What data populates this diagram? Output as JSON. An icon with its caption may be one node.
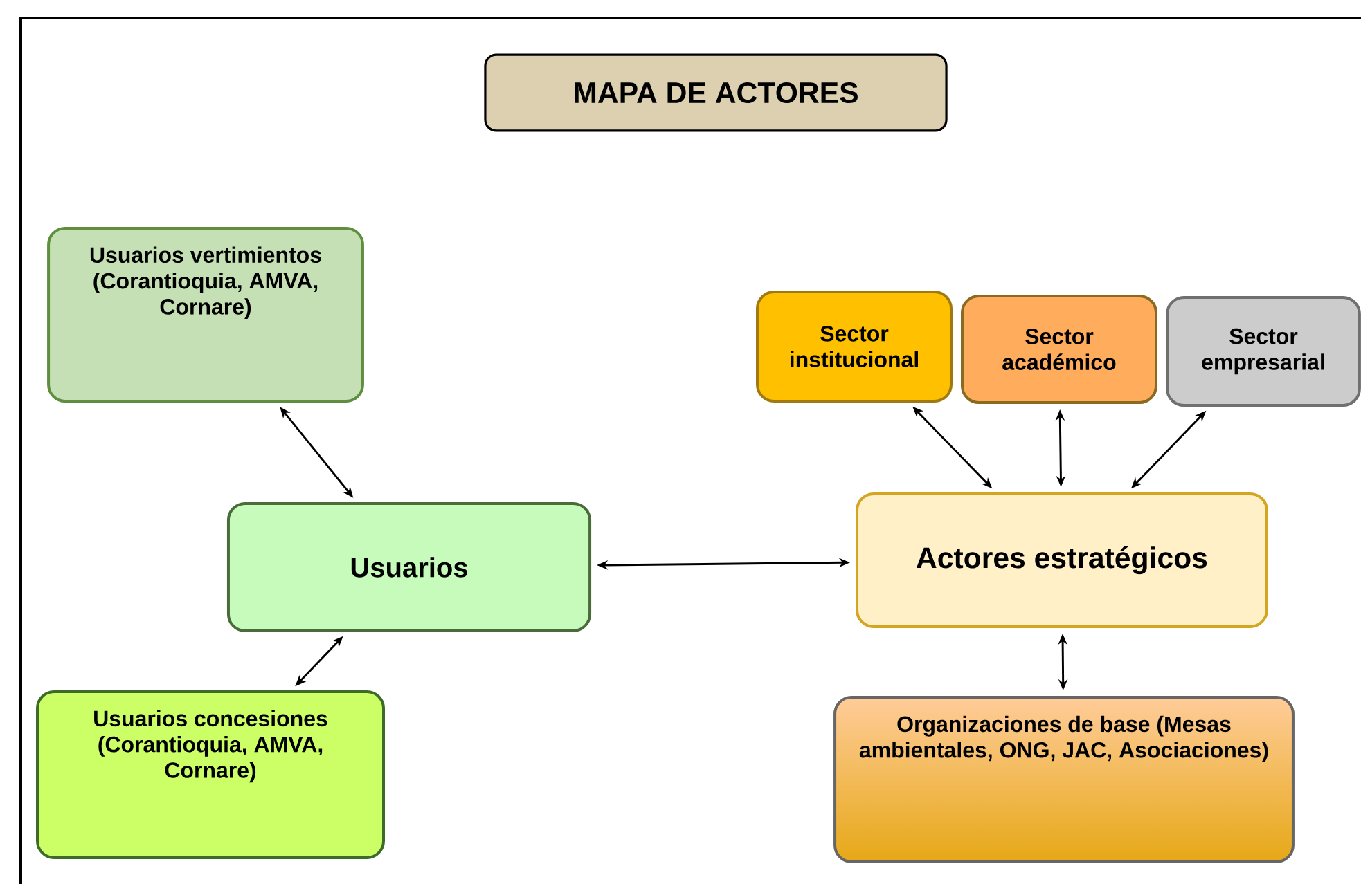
{
  "diagram": {
    "title": "MAPA DE ACTORES",
    "nodes": [
      {
        "text": [
          "Usuarios vertimientos (Corantioquia, AMVA, Cornare)"
        ]
      },
      {
        "text": [
          "Usuarios"
        ]
      },
      {
        "text": [
          "Usuarios concesiones (Corantioquia, AMVA, Cornare)"
        ]
      },
      {
        "text": [
          "Sector institucional"
        ]
      },
      {
        "text": [
          "Sector académico"
        ]
      },
      {
        "text": [
          "Sector empresarial"
        ]
      },
      {
        "text": [
          "Actores estratégicos"
        ]
      },
      {
        "text": [
          "Organizaciones de base (Mesas ambientales, ONG, JAC, Asociaciones)"
        ]
      }
    ],
    "edges": [
      {
        "from": 0,
        "to": 1,
        "arrow": "both"
      },
      {
        "from": 2,
        "to": 1,
        "arrow": "both"
      },
      {
        "from": 1,
        "to": 6,
        "arrow": "both"
      },
      {
        "from": 3,
        "to": 6,
        "arrow": "both"
      },
      {
        "from": 4,
        "to": 6,
        "arrow": "both"
      },
      {
        "from": 5,
        "to": 6,
        "arrow": "both"
      },
      {
        "from": 6,
        "to": 7,
        "arrow": "both"
      }
    ]
  }
}
